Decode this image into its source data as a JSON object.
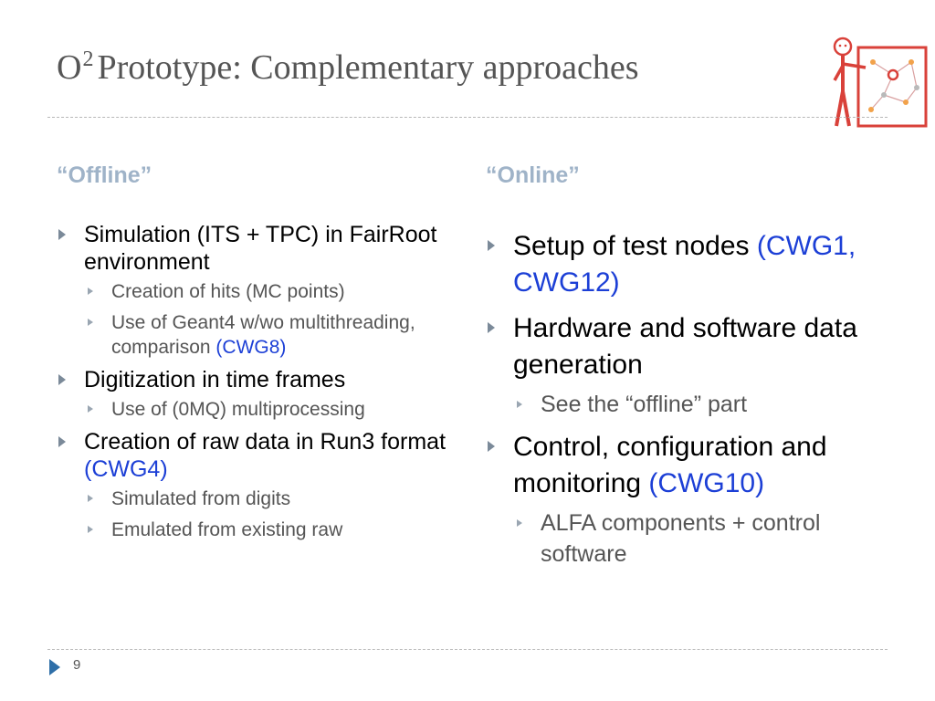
{
  "title": {
    "main": "O",
    "sup": "2",
    "rest": "Prototype: Complementary approaches"
  },
  "offline": {
    "heading": "“Offline”",
    "items": [
      {
        "text": "Simulation (ITS + TPC) in FairRoot environment",
        "subitems": [
          {
            "text": "Creation of hits (MC points)"
          },
          {
            "text": "Use of Geant4 w/wo multithreading, comparison",
            "ref": "(CWG8)"
          }
        ]
      },
      {
        "text": "Digitization in time frames",
        "subitems": [
          {
            "text": "Use of (0MQ) multiprocessing"
          }
        ]
      },
      {
        "text": "Creation of raw data in Run3 format",
        "ref": "(CWG4)",
        "subitems": [
          {
            "text": "Simulated from digits"
          },
          {
            "text": "Emulated from existing raw"
          }
        ]
      }
    ]
  },
  "online": {
    "heading": "“Online”",
    "items": [
      {
        "text": "Setup of test nodes",
        "ref": "(CWG1, CWG12)"
      },
      {
        "text": "Hardware and software data generation",
        "subitems": [
          {
            "text": "See the “offline” part"
          }
        ]
      },
      {
        "text": "Control, configuration and monitoring",
        "ref": "(CWG10)",
        "subitems": [
          {
            "text": "ALFA components + control software"
          }
        ]
      }
    ]
  },
  "footer": {
    "page_number": "9"
  },
  "colors": {
    "title": "#555555",
    "heading": "#9fb3c8",
    "reference": "#1c3fd6",
    "bullet": "#7b8a99",
    "footer_arrow": "#2f6fa8",
    "logo_red": "#d9413a"
  },
  "icons": {
    "logo": "presenter-network-board-icon",
    "bullet": "triangle-bullet-icon",
    "footer": "play-arrow-icon"
  }
}
